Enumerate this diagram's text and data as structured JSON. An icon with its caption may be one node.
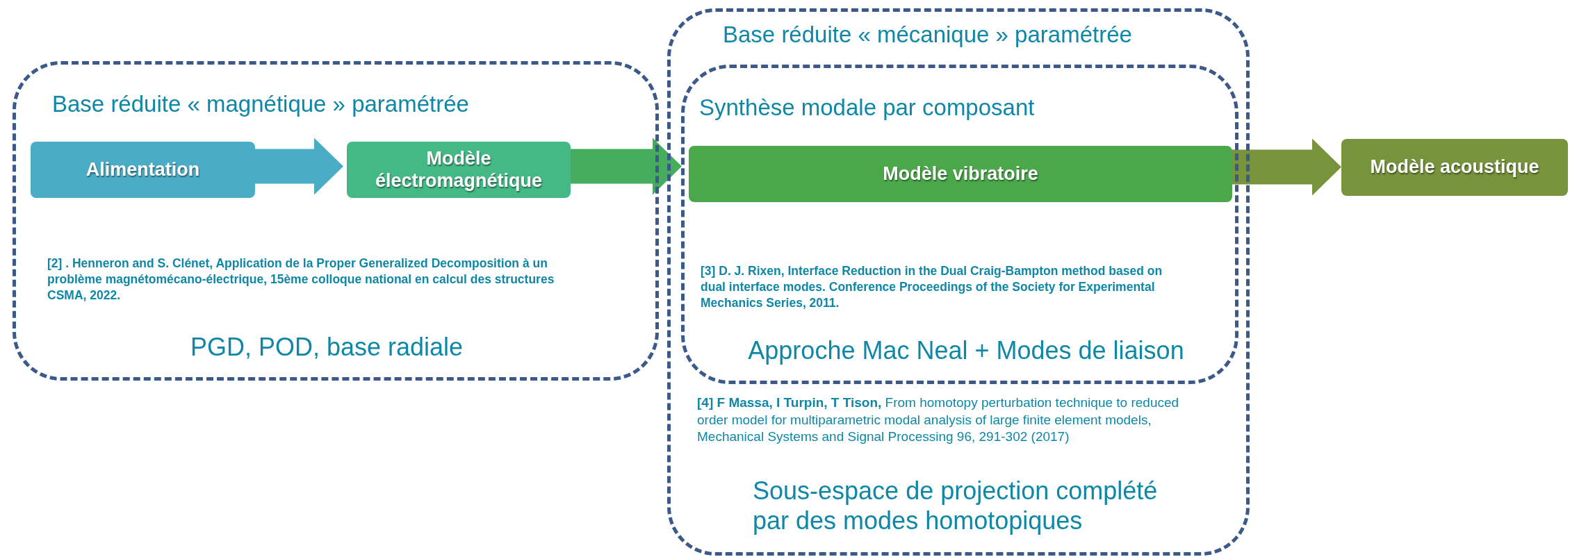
{
  "diagram": {
    "nodes": [
      {
        "text": [
          "Base réduite « magnétique » paramétrée",
          "[2] . Henneron and S. Clénet, Application de la Proper Generalized Decomposition à un problème magnétomécano-électrique, 15ème colloque national en calcul des structures CSMA, 2022.",
          "PGD, POD, base radiale"
        ]
      },
      {
        "text": [
          "Alimentation"
        ],
        "in": 0
      },
      {
        "text": [
          "Modèle électromagnétique"
        ],
        "in": 0
      },
      {
        "text": [
          "Base réduite « mécanique » paramétrée",
          "**[4] F Massa, I Turpin, T Tison,** From homotopy perturbation technique to reduced order model for multiparametric modal analysis of large finite element models, Mechanical Systems and Signal Processing 96, 291-302 (2017)",
          "Sous-espace de projection complété par des modes homotopiques"
        ]
      },
      {
        "text": [
          "Synthèse modale par composant",
          "[3] D. J. Rixen, Interface Reduction in the Dual Craig-Bampton method based on dual interface modes. Conference Proceedings of the Society for Experimental Mechanics Series, 2011.",
          "Approche Mac Neal + Modes de liaison"
        ],
        "in": 3
      },
      {
        "text": [
          "Modèle vibratoire"
        ],
        "in": 4
      },
      {
        "text": [
          "Modèle acoustique"
        ]
      }
    ],
    "edges": [
      {
        "from": 1,
        "to": 2,
        "arrow": "to",
        "style": "thick",
        "color": "#4bacc6"
      },
      {
        "from": 2,
        "to": 5,
        "arrow": "to",
        "style": "thick",
        "color": "#46ad5c"
      },
      {
        "from": 5,
        "to": 6,
        "arrow": "to",
        "style": "thick",
        "color": "#77933c"
      }
    ]
  }
}
